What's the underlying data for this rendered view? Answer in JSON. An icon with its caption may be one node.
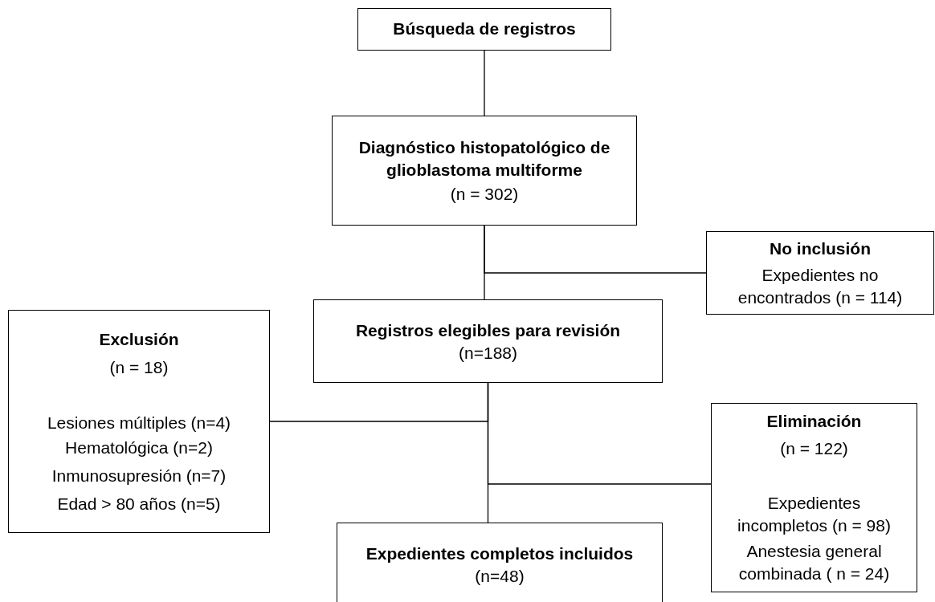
{
  "diagram": {
    "nodes": [
      {
        "text": [
          "Búsqueda de registros"
        ]
      },
      {
        "text": [
          "Diagnóstico histopatológico de glioblastoma multiforme",
          "(n = 302)"
        ]
      },
      {
        "text": [
          "No inclusión",
          "Expedientes no encontrados (n = 114)"
        ]
      },
      {
        "text": [
          "Registros elegibles para revisión",
          "(n=188)"
        ]
      },
      {
        "text": [
          "Exclusión",
          "(n = 18)",
          "Lesiones múltiples (n=4)",
          "Hematológica (n=2)",
          "Inmunosupresión (n=7)",
          "Edad > 80 años (n=5)"
        ]
      },
      {
        "text": [
          "Eliminación",
          "(n = 122)",
          "Expedientes incompletos (n = 98)",
          "Anestesia general combinada ( n = 24)"
        ]
      },
      {
        "text": [
          "Expedientes completos incluidos",
          "(n=48)"
        ]
      }
    ],
    "edges": [
      {
        "from": 0,
        "to": 1,
        "arrow": "none"
      },
      {
        "from": 1,
        "to": 3,
        "arrow": "none"
      },
      {
        "from": 1,
        "to": 2,
        "arrow": "none"
      },
      {
        "from": 3,
        "to": 6,
        "arrow": "none"
      },
      {
        "from": 3,
        "to": 4,
        "arrow": "none"
      },
      {
        "from": 3,
        "to": 5,
        "arrow": "none"
      }
    ]
  }
}
